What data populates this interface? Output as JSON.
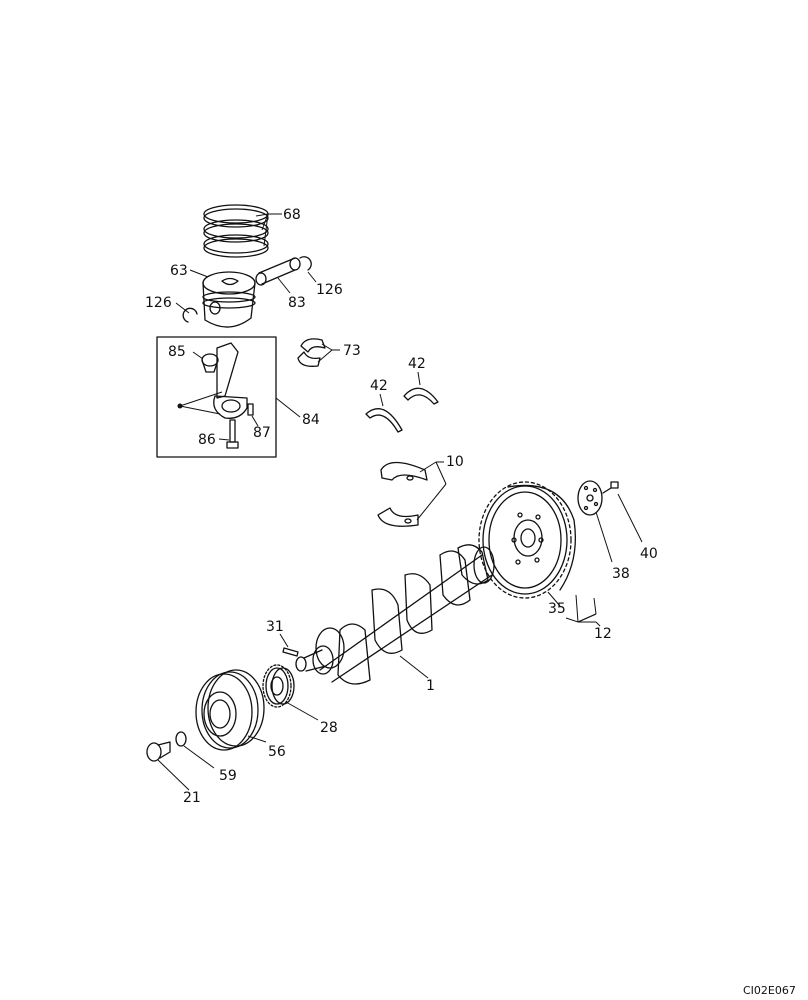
{
  "diagram": {
    "reference_code": "CI02E067",
    "callouts": {
      "c68": "68",
      "c63": "63",
      "c126a": "126",
      "c126b": "126",
      "c83": "83",
      "c85": "85",
      "c73": "73",
      "c84": "84",
      "c86": "86",
      "c87": "87",
      "c42a": "42",
      "c42b": "42",
      "c10": "10",
      "c40": "40",
      "c38": "38",
      "c35": "35",
      "c12": "12",
      "c31": "31",
      "c1": "1",
      "c28": "28",
      "c56": "56",
      "c59": "59",
      "c21": "21"
    }
  }
}
